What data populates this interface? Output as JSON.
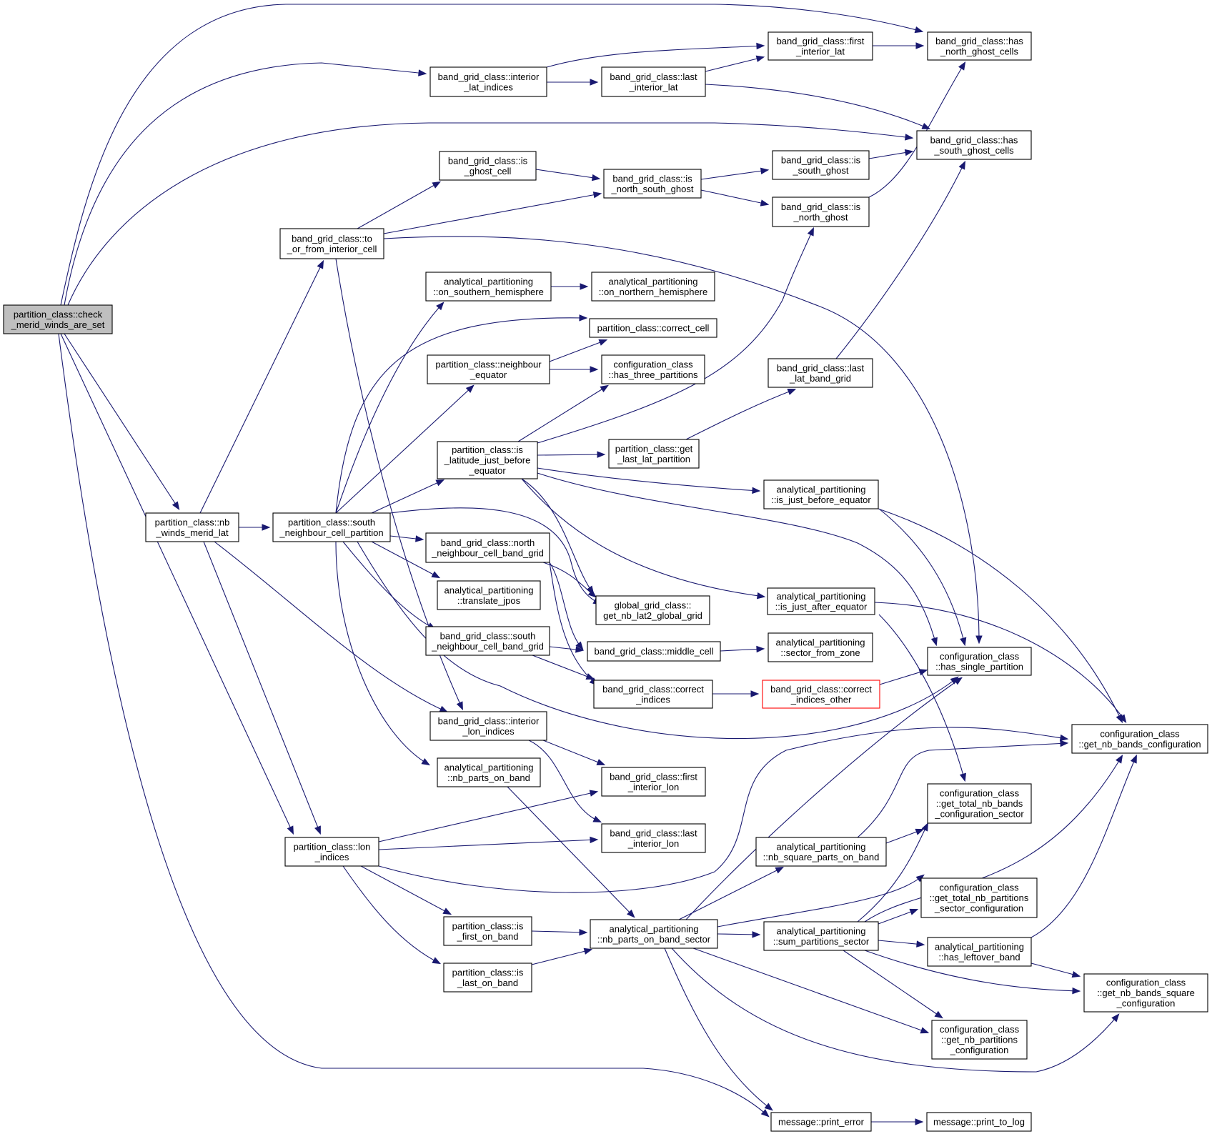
{
  "nodes": [
    {
      "id": "root",
      "lines": [
        "partition_class::check",
        "_merid_winds_are_set"
      ]
    },
    {
      "id": "nb_winds",
      "lines": [
        "partition_class::nb",
        "_winds_merid_lat"
      ]
    },
    {
      "id": "interior_lat",
      "lines": [
        "band_grid_class::interior",
        "_lat_indices"
      ]
    },
    {
      "id": "first_interior_lat",
      "lines": [
        "band_grid_class::first",
        "_interior_lat"
      ]
    },
    {
      "id": "last_interior_lat",
      "lines": [
        "band_grid_class::last",
        "_interior_lat"
      ]
    },
    {
      "id": "has_north",
      "lines": [
        "band_grid_class::has",
        "_north_ghost_cells"
      ]
    },
    {
      "id": "has_south",
      "lines": [
        "band_grid_class::has",
        "_south_ghost_cells"
      ]
    },
    {
      "id": "is_ghost",
      "lines": [
        "band_grid_class::is",
        "_ghost_cell"
      ]
    },
    {
      "id": "is_ns_ghost",
      "lines": [
        "band_grid_class::is",
        "_north_south_ghost"
      ]
    },
    {
      "id": "is_south_ghost",
      "lines": [
        "band_grid_class::is",
        "_south_ghost"
      ]
    },
    {
      "id": "is_north_ghost",
      "lines": [
        "band_grid_class::is",
        "_north_ghost"
      ]
    },
    {
      "id": "to_or_from",
      "lines": [
        "band_grid_class::to",
        "_or_from_interior_cell"
      ]
    },
    {
      "id": "on_south_hemi",
      "lines": [
        "analytical_partitioning",
        "::on_southern_hemisphere"
      ]
    },
    {
      "id": "on_north_hemi",
      "lines": [
        "analytical_partitioning",
        "::on_northern_hemisphere"
      ]
    },
    {
      "id": "correct_cell",
      "lines": [
        "partition_class::correct_cell"
      ]
    },
    {
      "id": "neighbour_eq",
      "lines": [
        "partition_class::neighbour",
        "_equator"
      ]
    },
    {
      "id": "has_three",
      "lines": [
        "configuration_class",
        "::has_three_partitions"
      ]
    },
    {
      "id": "last_lat_band_grid",
      "lines": [
        "band_grid_class::last",
        "_lat_band_grid"
      ]
    },
    {
      "id": "is_lat_before_eq",
      "lines": [
        "partition_class::is",
        "_latitude_just_before",
        "_equator"
      ]
    },
    {
      "id": "get_last_lat_part",
      "lines": [
        "partition_class::get",
        "_last_lat_partition"
      ]
    },
    {
      "id": "is_just_before_eq",
      "lines": [
        "analytical_partitioning",
        "::is_just_before_equator"
      ]
    },
    {
      "id": "south_neighbour_part",
      "lines": [
        "partition_class::south",
        "_neighbour_cell_partition"
      ]
    },
    {
      "id": "north_neighbour_bg",
      "lines": [
        "band_grid_class::north",
        "_neighbour_cell_band_grid"
      ]
    },
    {
      "id": "translate_jpos",
      "lines": [
        "analytical_partitioning",
        "::translate_jpos"
      ]
    },
    {
      "id": "get_nb_lat2",
      "lines": [
        "global_grid_class::",
        "get_nb_lat2_global_grid"
      ]
    },
    {
      "id": "is_just_after_eq",
      "lines": [
        "analytical_partitioning",
        "::is_just_after_equator"
      ]
    },
    {
      "id": "south_neighbour_bg",
      "lines": [
        "band_grid_class::south",
        "_neighbour_cell_band_grid"
      ]
    },
    {
      "id": "middle_cell",
      "lines": [
        "band_grid_class::middle_cell"
      ]
    },
    {
      "id": "sector_from_zone",
      "lines": [
        "analytical_partitioning",
        "::sector_from_zone"
      ]
    },
    {
      "id": "has_single",
      "lines": [
        "configuration_class",
        "::has_single_partition"
      ]
    },
    {
      "id": "correct_indices",
      "lines": [
        "band_grid_class::correct",
        "_indices"
      ]
    },
    {
      "id": "correct_indices_other",
      "lines": [
        "band_grid_class::correct",
        "_indices_other"
      ]
    },
    {
      "id": "interior_lon",
      "lines": [
        "band_grid_class::interior",
        "_lon_indices"
      ]
    },
    {
      "id": "get_nb_bands_conf",
      "lines": [
        "configuration_class",
        "::get_nb_bands_configuration"
      ]
    },
    {
      "id": "nb_parts_on_band",
      "lines": [
        "analytical_partitioning",
        "::nb_parts_on_band"
      ]
    },
    {
      "id": "first_interior_lon",
      "lines": [
        "band_grid_class::first",
        "_interior_lon"
      ]
    },
    {
      "id": "get_total_nb_bands_sector",
      "lines": [
        "configuration_class",
        "::get_total_nb_bands",
        "_configuration_sector"
      ]
    },
    {
      "id": "last_interior_lon",
      "lines": [
        "band_grid_class::last",
        "_interior_lon"
      ]
    },
    {
      "id": "lon_indices",
      "lines": [
        "partition_class::lon",
        "_indices"
      ]
    },
    {
      "id": "nb_square_parts",
      "lines": [
        "analytical_partitioning",
        "::nb_square_parts_on_band"
      ]
    },
    {
      "id": "get_total_nb_parts_sector",
      "lines": [
        "configuration_class",
        "::get_total_nb_partitions",
        "_sector_configuration"
      ]
    },
    {
      "id": "is_first_on_band",
      "lines": [
        "partition_class::is",
        "_first_on_band"
      ]
    },
    {
      "id": "nb_parts_sector",
      "lines": [
        "analytical_partitioning",
        "::nb_parts_on_band_sector"
      ]
    },
    {
      "id": "sum_parts_sector",
      "lines": [
        "analytical_partitioning",
        "::sum_partitions_sector"
      ]
    },
    {
      "id": "has_leftover",
      "lines": [
        "analytical_partitioning",
        "::has_leftover_band"
      ]
    },
    {
      "id": "is_last_on_band",
      "lines": [
        "partition_class::is",
        "_last_on_band"
      ]
    },
    {
      "id": "get_nb_bands_square",
      "lines": [
        "configuration_class",
        "::get_nb_bands_square",
        "_configuration"
      ]
    },
    {
      "id": "get_nb_parts_conf",
      "lines": [
        "configuration_class",
        "::get_nb_partitions",
        "_configuration"
      ]
    },
    {
      "id": "print_error",
      "lines": [
        "message::print_error"
      ]
    },
    {
      "id": "print_to_log",
      "lines": [
        "message::print_to_log"
      ]
    }
  ]
}
